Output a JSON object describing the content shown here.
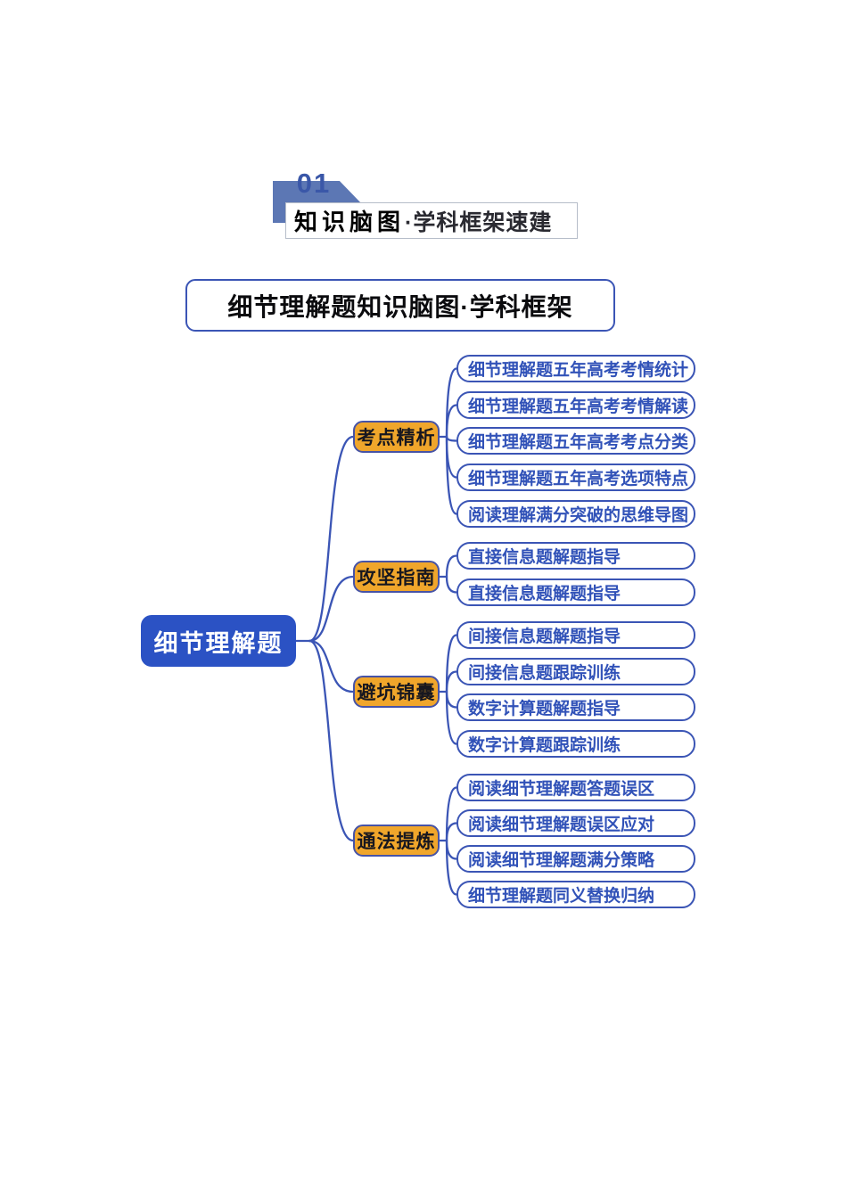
{
  "header": {
    "badge_number": "01",
    "title_bold": "知识脑图",
    "title_rest": "·学科框架速建"
  },
  "map_title": "细节理解题知识脑图·学科框架",
  "mindmap": {
    "root": "细节理解题",
    "branches": [
      {
        "label": "考点精析",
        "children": [
          "细节理解题五年高考考情统计",
          "细节理解题五年高考考情解读",
          "细节理解题五年高考考点分类",
          "细节理解题五年高考选项特点",
          "阅读理解满分突破的思维导图"
        ]
      },
      {
        "label": "攻坚指南",
        "children": [
          "直接信息题解题指导",
          "直接信息题解题指导"
        ]
      },
      {
        "label": "避坑锦囊",
        "children": [
          "间接信息题解题指导",
          "间接信息题跟踪训练",
          "数字计算题解题指导",
          "数字计算题跟踪训练"
        ]
      },
      {
        "label": "通法提炼",
        "children": [
          "阅读细节理解题答题误区",
          "阅读细节理解题误区应对",
          "阅读细节理解题满分策略",
          "细节理解题同义替换归纳"
        ]
      }
    ]
  },
  "colors": {
    "line_blue": "#3B55B5",
    "root_fill": "#2B52C4",
    "root_text": "#FFFFFF",
    "branch_fill": "#F0A62B",
    "branch_border": "#4653A6",
    "branch_text": "#17171F",
    "leaf_border": "#3B55B5",
    "leaf_text": "#3152B8",
    "banner_fill": "#5C77B4",
    "badge_number_color": "#3A57A8",
    "header_box_border": "#B6BDC9",
    "title_box_border": "#3B55B5"
  }
}
